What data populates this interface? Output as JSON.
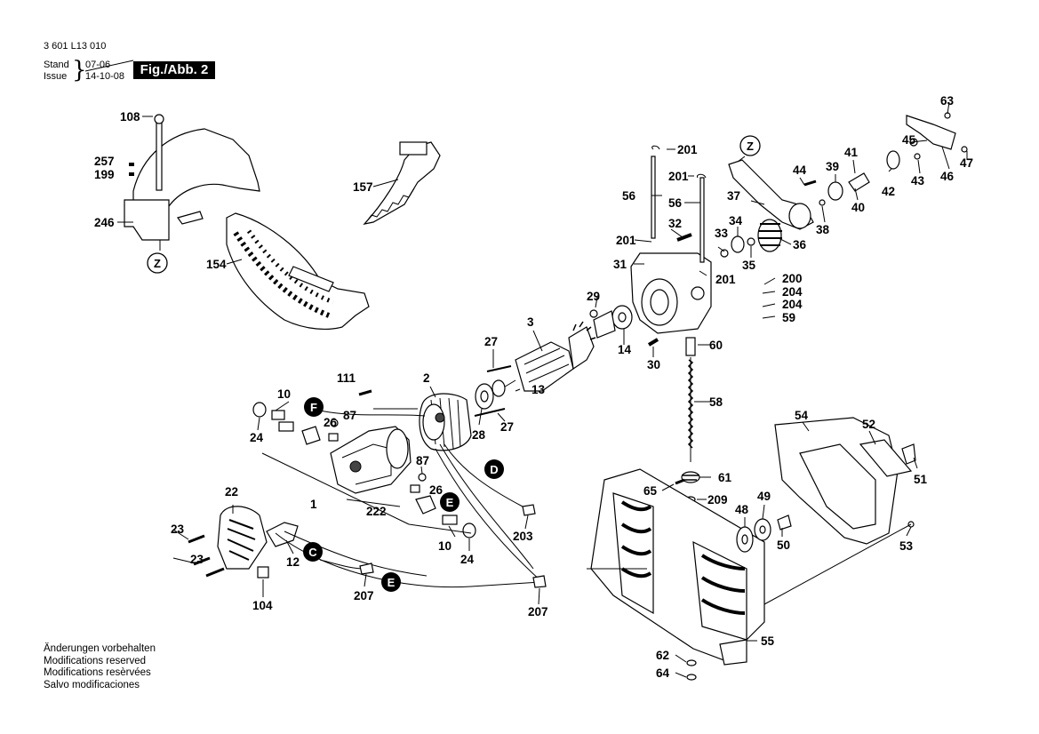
{
  "header": {
    "doc_number": "3 601 L13 010",
    "stand_label": "Stand",
    "issue_label": "Issue",
    "old_date": "07-06",
    "new_date": "14-10-08",
    "figure_label": "Fig./Abb. 2"
  },
  "notes": [
    "Änderungen vorbehalten",
    "Modifications reserved",
    "Modifications resèrvées",
    "Salvo modificaciones"
  ],
  "callouts": [
    "Z",
    "Z"
  ],
  "connectors": [
    "F",
    "E",
    "E",
    "D",
    "C"
  ],
  "part_numbers": [
    "108",
    "257",
    "199",
    "246",
    "157",
    "154",
    "201",
    "201",
    "56",
    "56",
    "201",
    "32",
    "31",
    "201",
    "44",
    "45",
    "63",
    "47",
    "41",
    "39",
    "42",
    "43",
    "46",
    "37",
    "40",
    "38",
    "34",
    "33",
    "35",
    "36",
    "200",
    "204",
    "204",
    "59",
    "29",
    "3",
    "14",
    "30",
    "60",
    "27",
    "13",
    "28",
    "27",
    "2",
    "111",
    "10",
    "26",
    "87",
    "24",
    "87",
    "26",
    "222",
    "1",
    "22",
    "23",
    "23",
    "12",
    "104",
    "207",
    "207",
    "203",
    "10",
    "24",
    "58",
    "54",
    "52",
    "51",
    "61",
    "65",
    "209",
    "49",
    "48",
    "50",
    "53",
    "55",
    "62",
    "64"
  ]
}
